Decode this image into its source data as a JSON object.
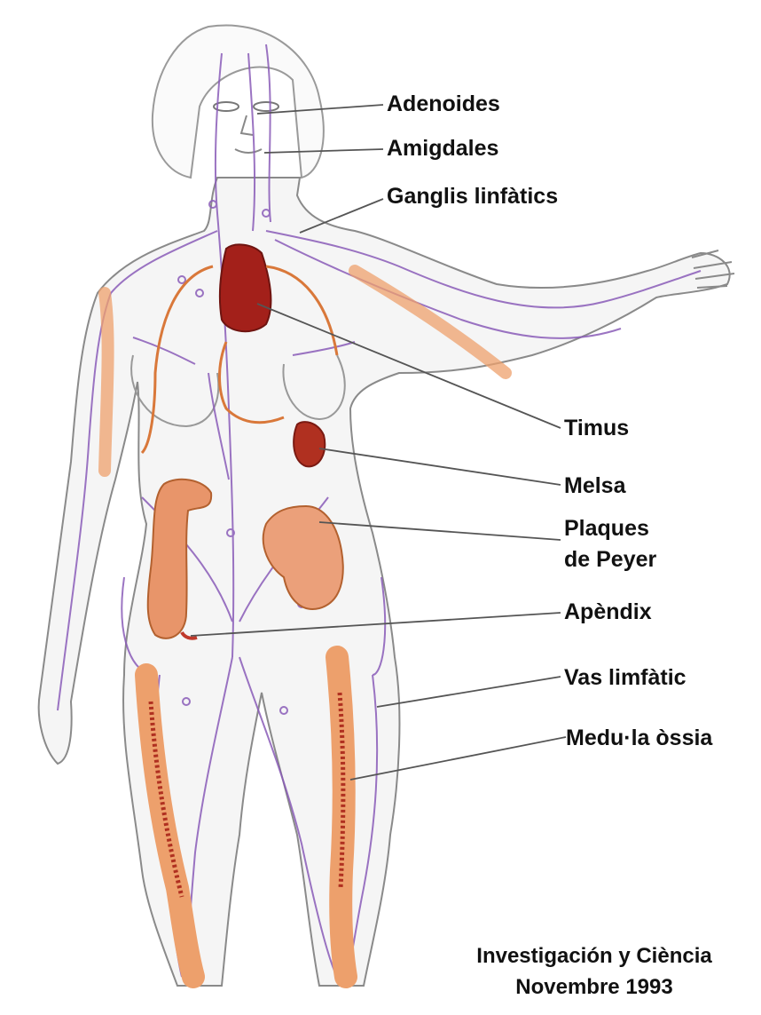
{
  "labels": {
    "adenoides": "Adenoides",
    "amigdales": "Amigdales",
    "ganglis": "Ganglis linfàtics",
    "timus": "Timus",
    "melsa": "Melsa",
    "plaques_line1": "Plaques",
    "plaques_line2": "de Peyer",
    "apendix": "Apèndix",
    "vas": "Vas limfàtic",
    "medulla": "Medu·la òssia"
  },
  "credit": {
    "line1": "Investigación y Ciència",
    "line2": "Novembre 1993"
  },
  "colors": {
    "body_outline": "#8a8a8a",
    "body_fill": "#f4f4f4",
    "lymph_vessel": "#8a5cb8",
    "organ_red": "#a3201a",
    "intestine": "#e8956a",
    "bone": "#eda06c",
    "leader_line": "#555555"
  }
}
